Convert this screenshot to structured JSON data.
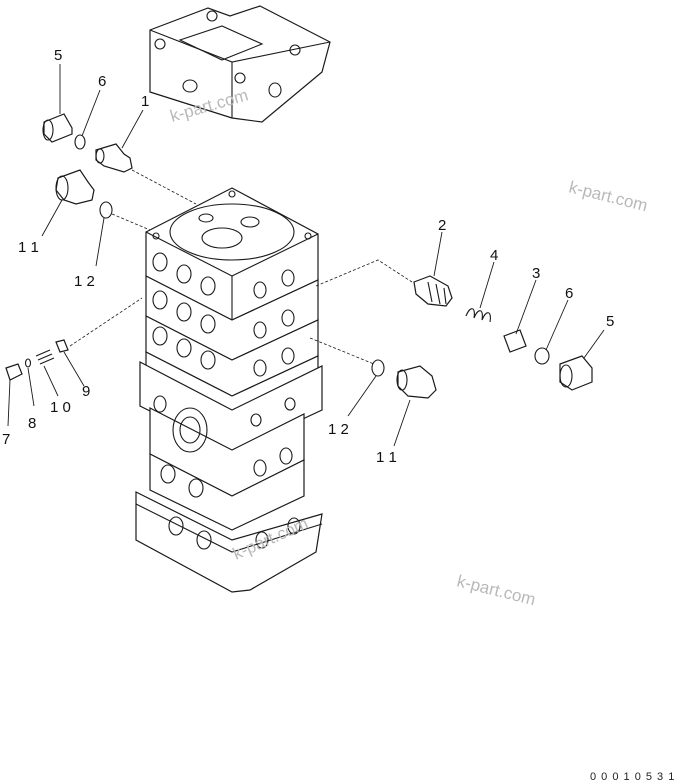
{
  "callouts": [
    {
      "id": "c5a",
      "text": "5"
    },
    {
      "id": "c6a",
      "text": "6"
    },
    {
      "id": "c1",
      "text": "1"
    },
    {
      "id": "c11a",
      "text": "1 1"
    },
    {
      "id": "c12a",
      "text": "1 2"
    },
    {
      "id": "c2",
      "text": "2"
    },
    {
      "id": "c4",
      "text": "4"
    },
    {
      "id": "c3",
      "text": "3"
    },
    {
      "id": "c6b",
      "text": "6"
    },
    {
      "id": "c5b",
      "text": "5"
    },
    {
      "id": "c9",
      "text": "9"
    },
    {
      "id": "c10",
      "text": "1 0"
    },
    {
      "id": "c8",
      "text": "8"
    },
    {
      "id": "c7",
      "text": "7"
    },
    {
      "id": "c12b",
      "text": "1 2"
    },
    {
      "id": "c11b",
      "text": "1 1"
    }
  ],
  "watermarks": [
    "k-part.com",
    "k-part.com",
    "k-part.com",
    "k-part.com"
  ],
  "drawing_number": "0 0 0 1 0 5 3 1",
  "colors": {
    "line": "#1a1a1a",
    "watermark": "#b9b9b9",
    "background": "#ffffff"
  }
}
